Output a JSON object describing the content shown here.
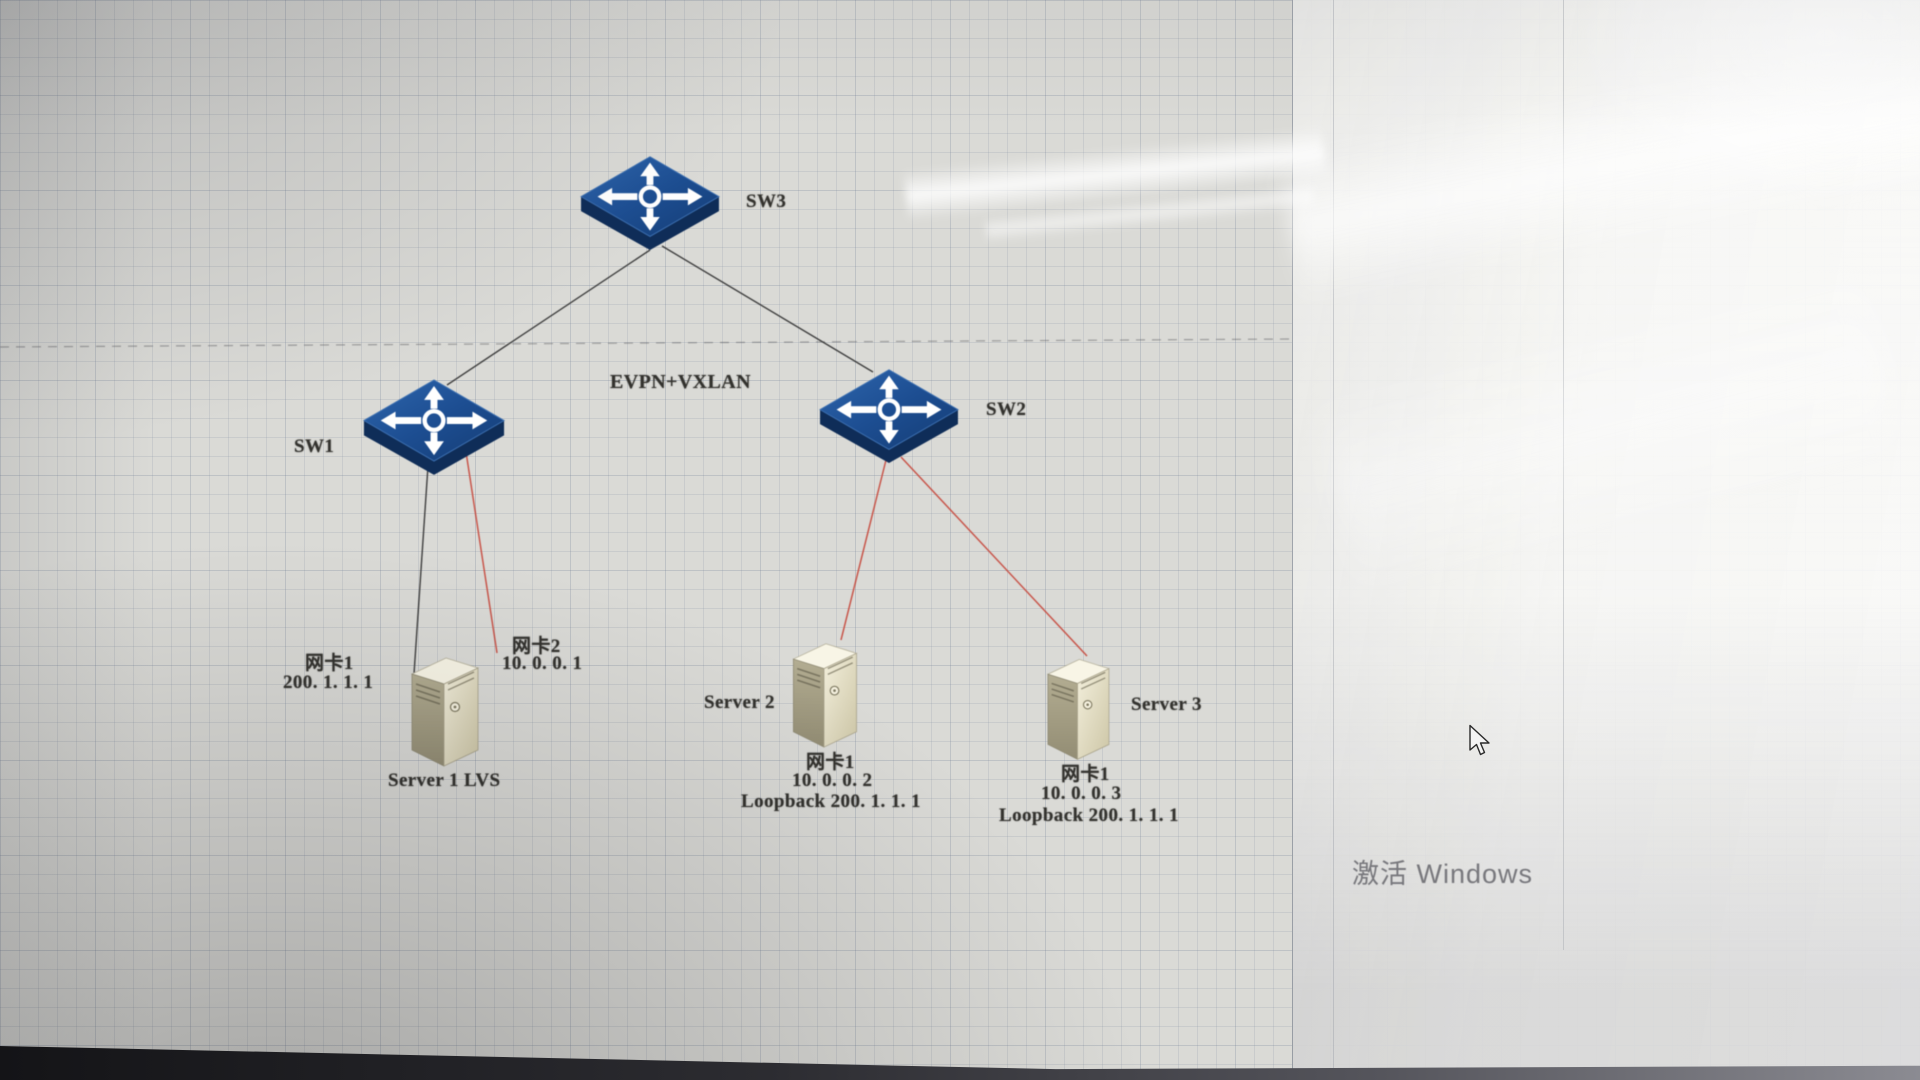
{
  "window": {
    "watermark": "激活 Windows"
  },
  "diagram": {
    "switches": {
      "sw3": {
        "label": "SW3"
      },
      "sw1": {
        "label": "SW1"
      },
      "sw2": {
        "label": "SW2"
      }
    },
    "fabric_label": "EVPN+VXLAN",
    "servers": {
      "server1": {
        "name": "Server 1 LVS",
        "nic1_label": "网卡1",
        "nic1_ip": "200. 1. 1. 1",
        "nic2_label": "网卡2",
        "nic2_ip": "10. 0. 0. 1"
      },
      "server2": {
        "name": "Server 2",
        "nic_label": "网卡1",
        "nic_ip": "10. 0. 0. 2",
        "loopback": "Loopback 200. 1. 1. 1"
      },
      "server3": {
        "name": "Server 3",
        "nic_label": "网卡1",
        "nic_ip": "10. 0. 0. 3",
        "loopback": "Loopback 200. 1. 1. 1"
      }
    },
    "colors": {
      "switch_blue": "#1d4e92",
      "switch_blue_dark": "#0f2d58",
      "uplink_line": "#3f3f3f",
      "data_line_red": "#c8554a",
      "server_beige": "#e9e4cd"
    }
  },
  "icons": {
    "switch": "layer3-switch-icon",
    "server": "tower-server-icon",
    "cursor": "mouse-cursor-icon"
  }
}
